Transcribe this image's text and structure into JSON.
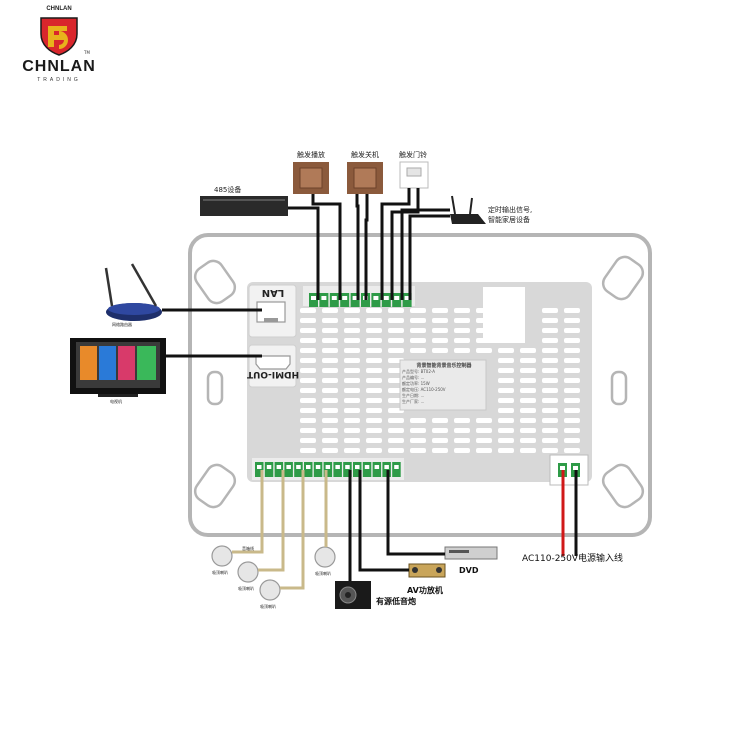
{
  "brand": {
    "small_text": "CHNLAN",
    "name": "CHNLAN",
    "sub": "TRADING",
    "tm": "TM",
    "colors": {
      "shield": "#d9262c",
      "gold": "#e8b21c"
    }
  },
  "ports": {
    "lan": "LAN",
    "hdmi": "HDMI-OUT"
  },
  "devices": {
    "rs485": "485设备",
    "trigger_play": "触发播放",
    "trigger_off": "触发关机",
    "trigger_bell": "触发门铃",
    "relay_line1": "定时输出信号,",
    "relay_line2": "智能家居设备",
    "router": "网络路由器",
    "tv": "电视机",
    "dvd": "DVD",
    "amp": "AV功放机",
    "subwoofer": "有源低音炮",
    "power": "AC110-250V电源输入线",
    "speaker": "吸顶喇叭",
    "speaker_cable": "音箱线"
  },
  "nameplate": {
    "title": "背景智能背景音乐控制器",
    "lines": [
      "产品型号: BT02-A",
      "产品编号: ...",
      "额定功率: 15W",
      "额定电压: AC110-250V",
      "生产日期: ...",
      "生产厂家: ..."
    ]
  },
  "colors": {
    "panel": "#dcdcdc",
    "terminal": "#2e9b47",
    "wire": "#111111",
    "power_wire": "#d01818",
    "audio_wire": "#c9b98a"
  }
}
